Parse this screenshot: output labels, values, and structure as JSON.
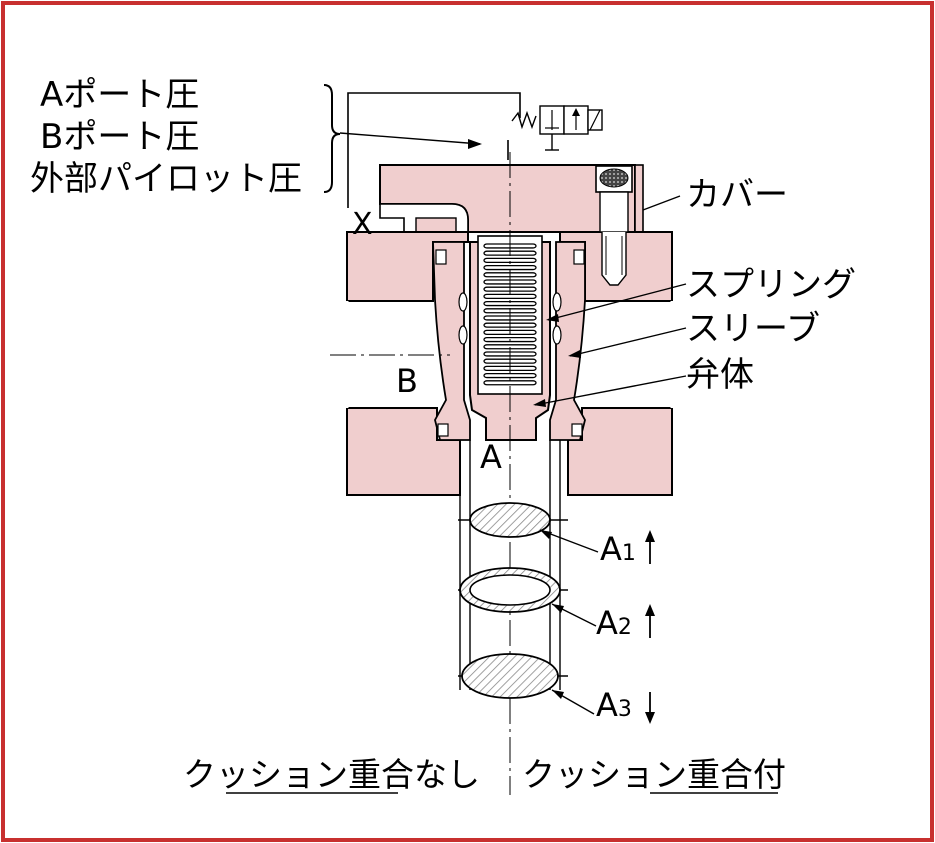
{
  "pilot_labels": [
    "Aポート圧",
    "Bポート圧",
    "外部パイロット圧"
  ],
  "ports": {
    "x": "X",
    "b": "B",
    "a": "A"
  },
  "parts": [
    "カバー",
    "スプリング",
    "スリーブ",
    "弁体"
  ],
  "areas": [
    {
      "base": "A",
      "sub": "1",
      "dir": "up"
    },
    {
      "base": "A",
      "sub": "2",
      "dir": "up"
    },
    {
      "base": "A",
      "sub": "3",
      "dir": "down"
    }
  ],
  "captions": {
    "left": "クッション重合なし",
    "right": "クッション重合付"
  },
  "colors": {
    "frame": "#c8302f",
    "body": "#f0cece",
    "line": "#000000",
    "hatch": "#9a9a9a"
  }
}
